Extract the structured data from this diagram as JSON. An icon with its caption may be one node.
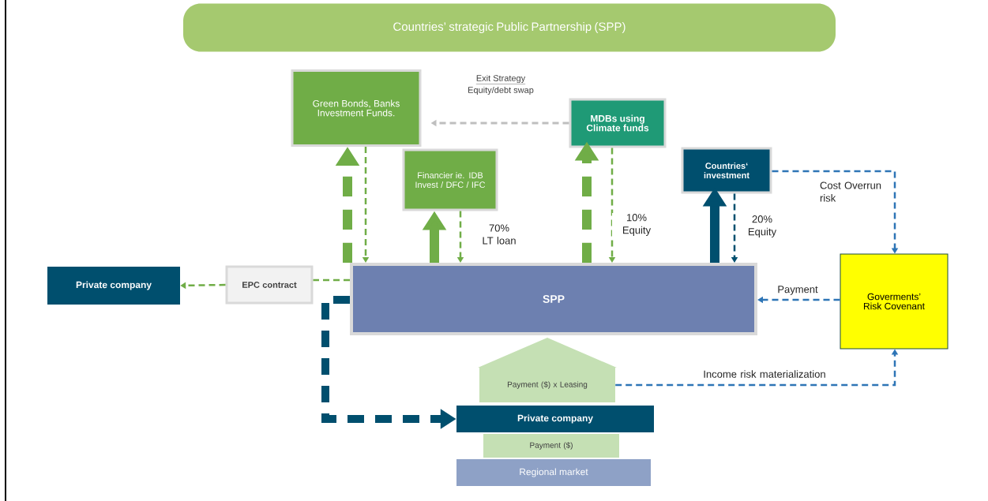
{
  "diagram": {
    "nodes": [
      {
        "text": [
          "Countries’ strategic Public Partnership (SPP)"
        ]
      },
      {
        "text": [
          "Green Bonds, Banks Investment Funds."
        ]
      },
      {
        "text": [
          "MDBs using Climate funds"
        ]
      },
      {
        "text": [
          "Financier ie. IDB Invest / DFC / IFC"
        ]
      },
      {
        "text": [
          "Countries‘ investment"
        ]
      },
      {
        "text": [
          "Private company"
        ]
      },
      {
        "text": [
          "EPC contract"
        ]
      },
      {
        "text": [
          "SPP"
        ]
      },
      {
        "text": [
          "Goverments’ Risk Covenant"
        ]
      },
      {
        "text": [
          "Payment ($) x Leasing"
        ]
      },
      {
        "text": [
          "Private company"
        ]
      },
      {
        "text": [
          "Payment ($)"
        ]
      },
      {
        "text": [
          "Regional market"
        ]
      }
    ],
    "edges": [
      {
        "from": 2,
        "to": 1,
        "arrow": "to",
        "style": "dashed",
        "color": "#bfbfbf"
      },
      {
        "from": 7,
        "to": 1,
        "arrow": "to",
        "style": "dashed"
      },
      {
        "from": 1,
        "to": 7,
        "arrow": "to",
        "style": "dashed"
      },
      {
        "from": 7,
        "to": 3,
        "arrow": "to",
        "style": "thick"
      },
      {
        "from": 3,
        "to": 7,
        "arrow": "to",
        "style": "dashed",
        "label": "70% LT loan"
      },
      {
        "from": 7,
        "to": 2,
        "arrow": "to",
        "style": "dashed"
      },
      {
        "from": 2,
        "to": 7,
        "arrow": "to",
        "style": "dashed",
        "label": "10% Equity"
      },
      {
        "from": 7,
        "to": 4,
        "arrow": "to",
        "style": "thick",
        "color": "#004f6e"
      },
      {
        "from": 4,
        "to": 7,
        "arrow": "to",
        "style": "dashed",
        "color": "#004f6e",
        "label": "20% Equity"
      },
      {
        "from": 4,
        "to": 8,
        "arrow": "to",
        "style": "dashed",
        "color": "#2e75b6",
        "label": "Cost Overrun risk"
      },
      {
        "from": 8,
        "to": 7,
        "arrow": "to",
        "style": "dashed",
        "color": "#2e75b6",
        "label": "Payment"
      },
      {
        "from": 9,
        "to": 8,
        "arrow": "to",
        "style": "dashed",
        "color": "#2e75b6",
        "label": "Income risk materialization"
      },
      {
        "from": 7,
        "to": 6,
        "arrow": "none",
        "style": "dashed"
      },
      {
        "from": 6,
        "to": 5,
        "arrow": "to",
        "style": "dashed"
      },
      {
        "from": 7,
        "to": 10,
        "arrow": "to",
        "style": "dashed",
        "color": "#004f6e"
      }
    ],
    "labels": [
      "Exit Strategy",
      "Equity/debt swap"
    ]
  }
}
